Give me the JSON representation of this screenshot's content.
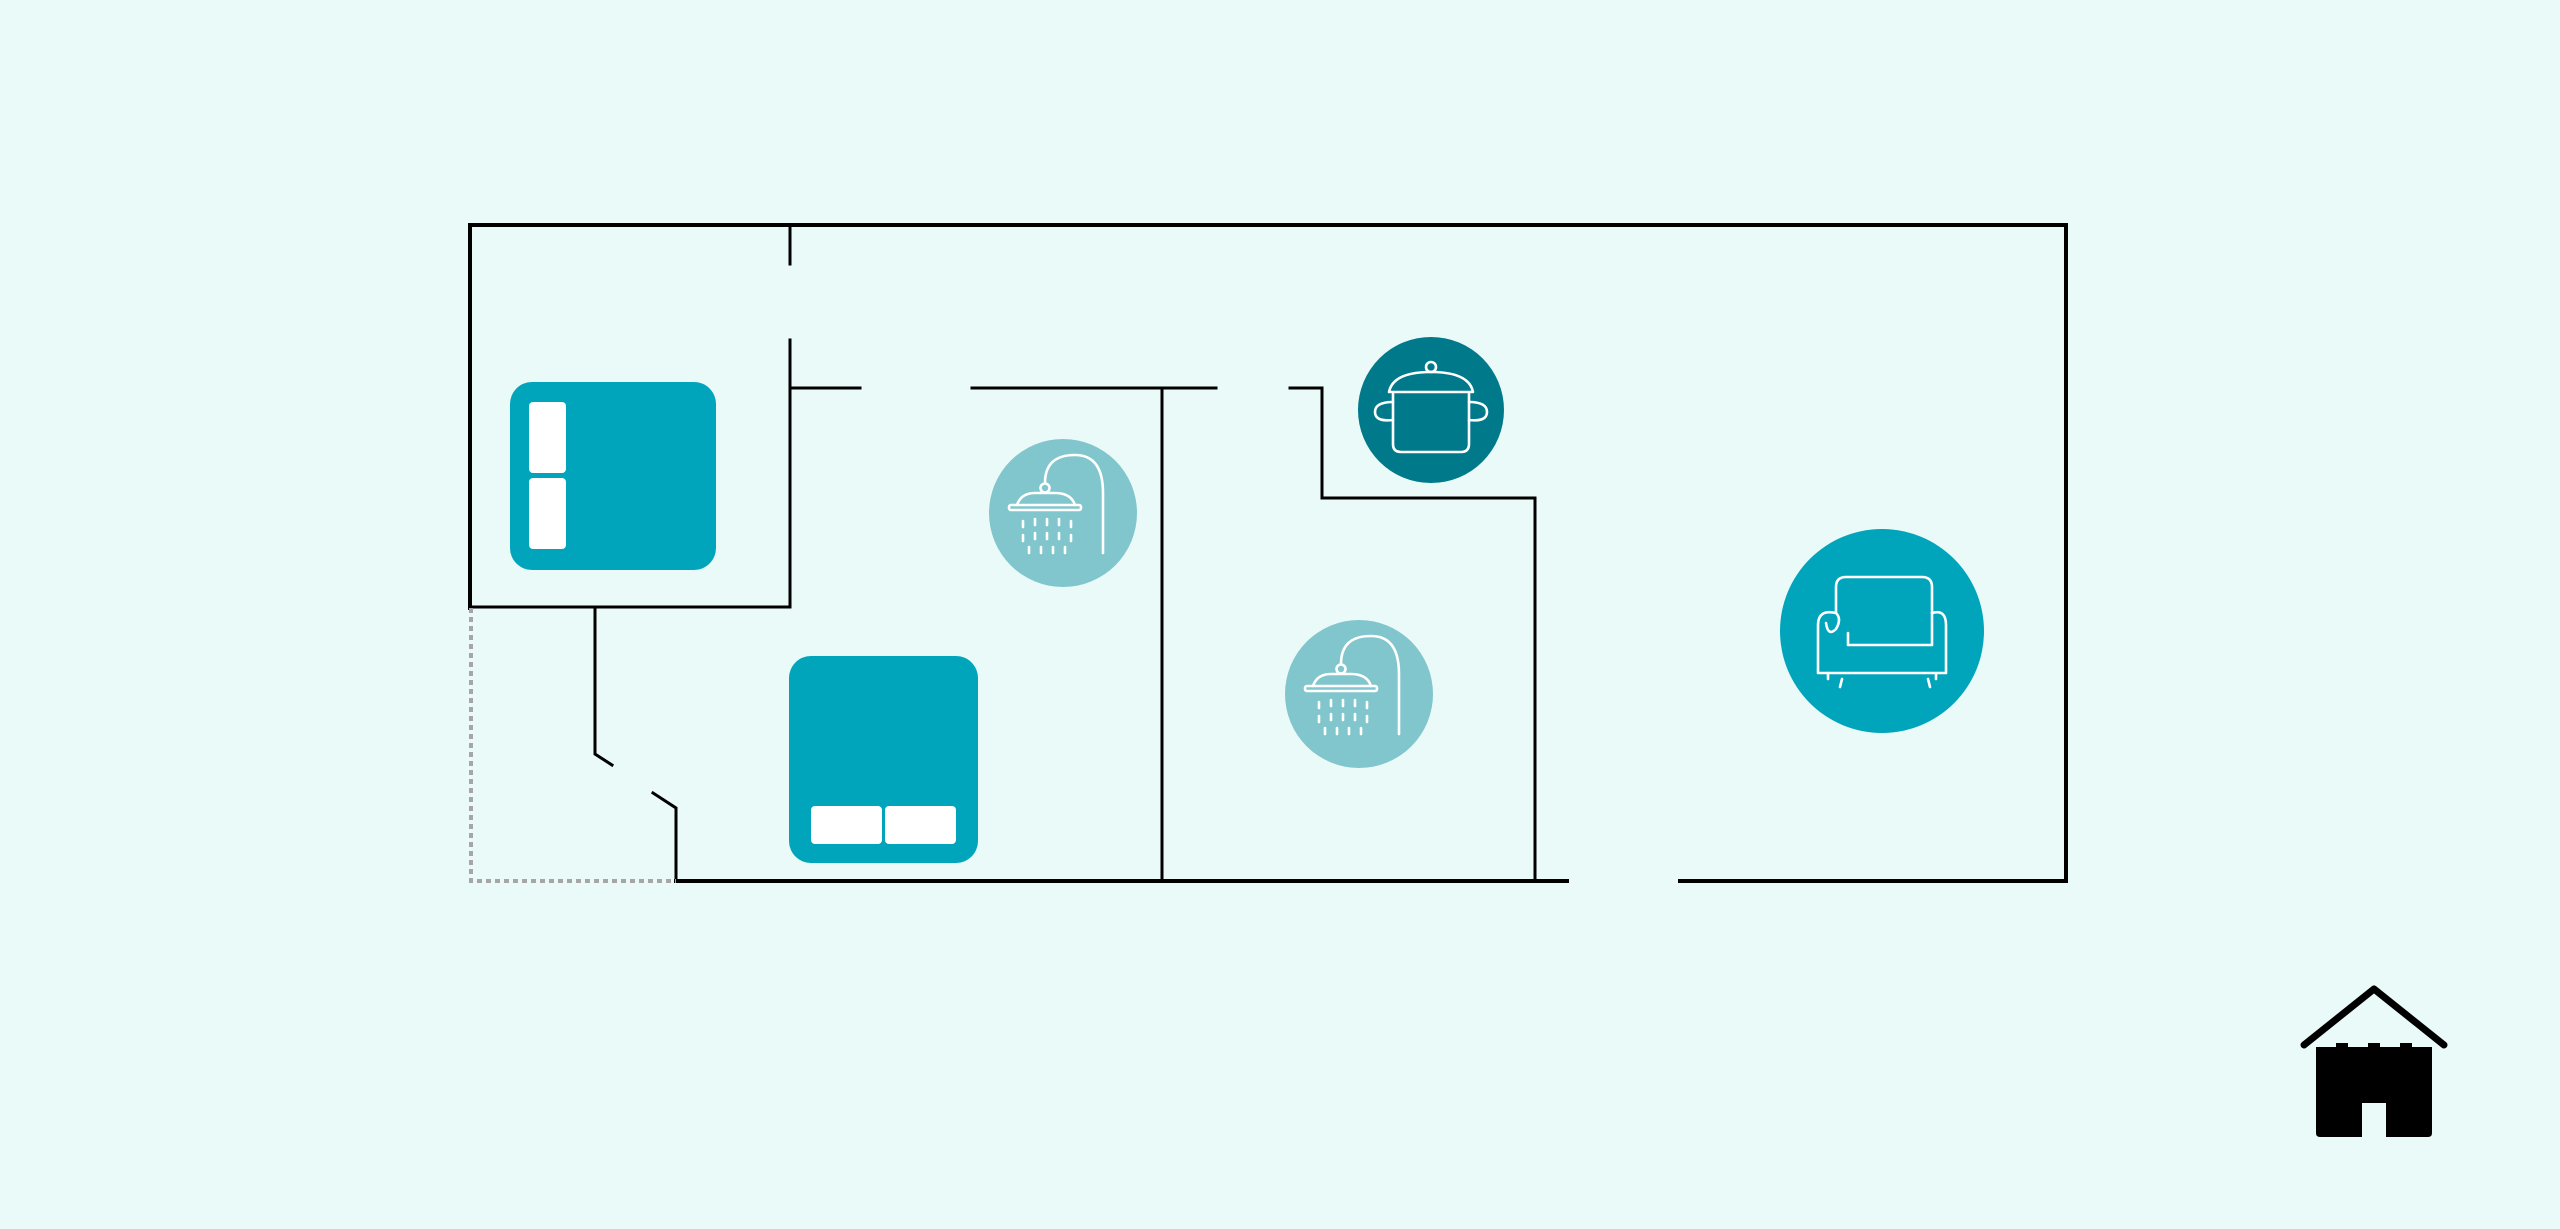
{
  "colors": {
    "background": "#eafaf8",
    "wall": "#000000",
    "dashed_boundary": "#a6a6a6",
    "bed": "#00a5bb",
    "bathroom": "#80c6cc",
    "kitchen": "#00798a",
    "living": "#00a5bb",
    "icon_stroke": "#ffffff",
    "home_icon": "#000000"
  },
  "rooms": [
    {
      "id": "bedroom-1",
      "kind": "bed",
      "icon": "single-bed-icon"
    },
    {
      "id": "bedroom-2",
      "kind": "bed",
      "icon": "double-bed-icon"
    },
    {
      "id": "bathroom-1",
      "kind": "bathroom",
      "icon": "shower-icon"
    },
    {
      "id": "bathroom-2",
      "kind": "bathroom",
      "icon": "shower-icon"
    },
    {
      "id": "kitchen",
      "kind": "kitchen",
      "icon": "cooking-pot-icon"
    },
    {
      "id": "living-room",
      "kind": "living",
      "icon": "sofa-icon"
    }
  ],
  "legend": {
    "icon": "home-icon"
  }
}
